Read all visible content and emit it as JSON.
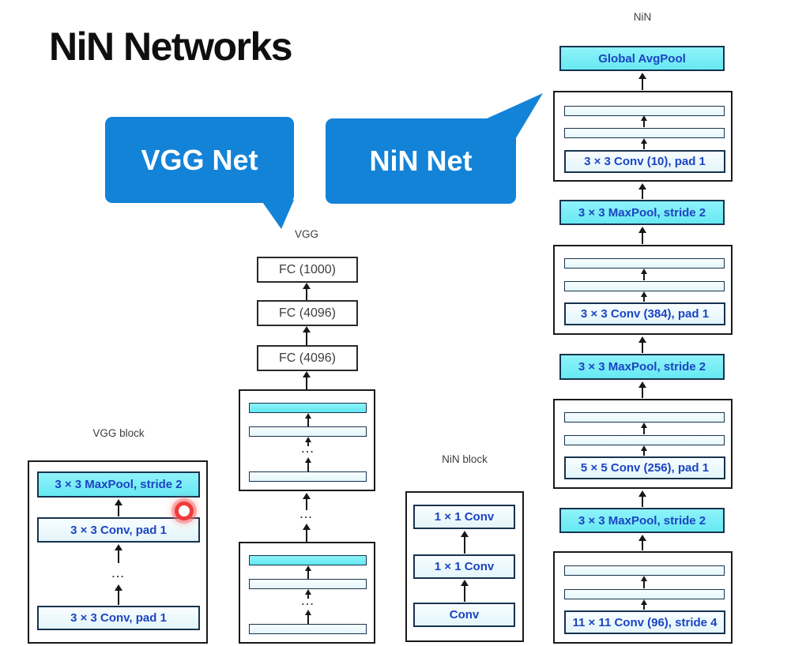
{
  "title": "NiN Networks",
  "dots": "...",
  "colors": {
    "bubble_blue": "#1383d8",
    "bright_cyan": "#7deef6",
    "light_cyan": "#eaf8fc",
    "box_border": "#17334d",
    "text_blue": "#1c44c2",
    "outline": "#1a1a1a"
  },
  "bubbles": {
    "vgg_label": "VGG Net",
    "nin_label": "NiN Net"
  },
  "vgg_column": {
    "label": "VGG",
    "fc1": "FC (1000)",
    "fc2": "FC (4096)",
    "fc3": "FC (4096)"
  },
  "vgg_block_detail": {
    "title": "VGG block",
    "maxpool": "3 × 3 MaxPool, stride 2",
    "conv_top": "3 × 3 Conv, pad 1",
    "conv_bottom": "3 × 3 Conv, pad 1"
  },
  "nin_block_detail": {
    "title": "NiN block",
    "conv1": "1 × 1 Conv",
    "conv2": "1 × 1 Conv",
    "conv3": "Conv"
  },
  "nin_column": {
    "label": "NiN",
    "avgpool": "Global AvgPool",
    "block1_conv": "3 × 3 Conv (10), pad 1",
    "maxpool1": "3 × 3 MaxPool, stride 2",
    "block2_conv": "3 × 3 Conv (384), pad 1",
    "maxpool2": "3 × 3 MaxPool, stride 2",
    "block3_conv": "5 × 5 Conv (256), pad 1",
    "maxpool3": "3 × 3 MaxPool, stride 2",
    "block4_conv": "11 × 11 Conv (96), stride 4"
  }
}
